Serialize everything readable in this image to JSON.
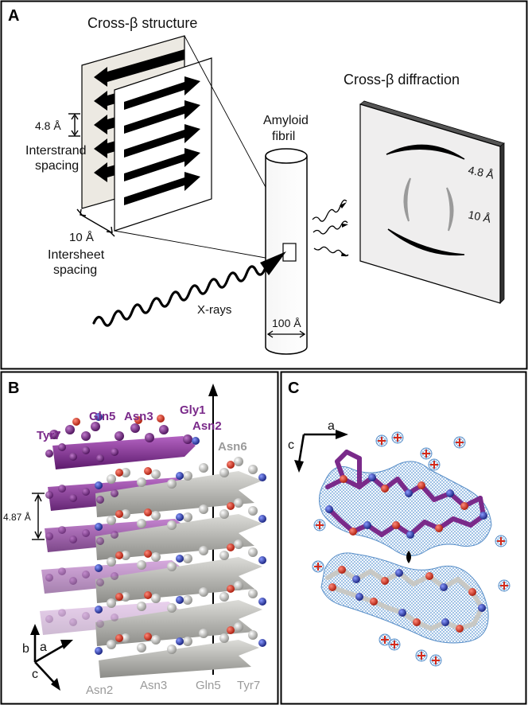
{
  "panels": {
    "a": {
      "letter": "A",
      "cross_beta_structure_title": "Cross-β structure",
      "interstrand_value": "4.8 Å",
      "interstrand_label_line1": "Interstrand",
      "interstrand_label_line2": "spacing",
      "intersheet_value": "10 Å",
      "intersheet_label_line1": "Intersheet",
      "intersheet_label_line2": "spacing",
      "fibril_label_line1": "Amyloid",
      "fibril_label_line2": "fibril",
      "fibril_diameter": "100 Å",
      "xrays_label": "X-rays",
      "diffraction_title": "Cross-β diffraction",
      "ring_48": "4.8 Å",
      "ring_10": "10 Å"
    },
    "b": {
      "letter": "B",
      "residue_labels_top": [
        "Tyr7",
        "Gln5",
        "Asn3",
        "Gly1",
        "Asn2",
        "Asn6"
      ],
      "residue_labels_bottom": [
        "Asn2",
        "Asn3",
        "Gln5",
        "Tyr7"
      ],
      "spacing_value": "4.87 Å",
      "axis_b": "b",
      "axis_a": "a",
      "axis_c": "c"
    },
    "c": {
      "letter": "C",
      "axis_a": "a",
      "axis_c": "c"
    }
  },
  "colors": {
    "purple": "#7a2a8a",
    "grey_sheet": "#b9b9b4",
    "oxygen": "#d42a1a",
    "nitrogen": "#2a3ab0",
    "density_mesh": "#5a8fc8",
    "carbon_light": "#e6e6e2"
  }
}
